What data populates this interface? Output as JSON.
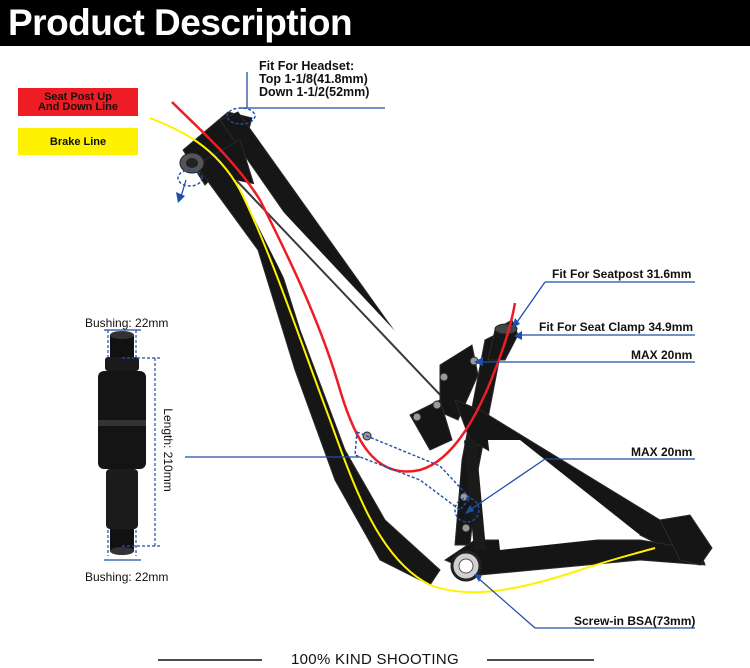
{
  "header": {
    "title": "Product Description"
  },
  "legend": {
    "seatpost_line": "Seat Post Up And Down Line",
    "seatpost_line_l1": "Seat Post Up",
    "seatpost_line_l2": "And Down Line",
    "brake_line": "Brake Line",
    "colors": {
      "seatpost": "#ee1c24",
      "brake": "#fff200"
    }
  },
  "callouts": {
    "headset_title": "Fit For Headset:",
    "headset_top": "Top 1-1/8(41.8mm)",
    "headset_down": "Down 1-1/2(52mm)",
    "seatpost": "Fit For Seatpost 31.6mm",
    "seat_clamp": "Fit For Seat Clamp 34.9mm",
    "max_top": "MAX 20nm",
    "max_mid": "MAX 20nm",
    "bb": "Screw-in BSA(73mm)"
  },
  "shock": {
    "bushing_top": "Bushing: 22mm",
    "bushing_bottom": "Bushing: 22mm",
    "length": "Length: 210mm"
  },
  "footer": {
    "text": "100% KIND SHOOTING"
  },
  "colors": {
    "callout_line": "#1f4fa8",
    "frame": "#1a1a1a"
  }
}
